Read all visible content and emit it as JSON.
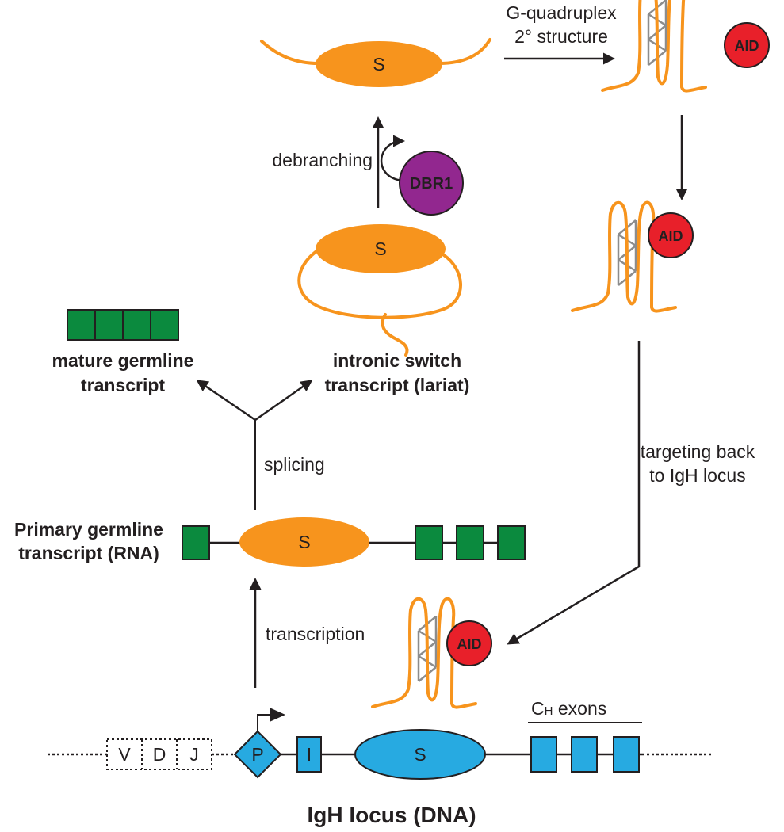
{
  "title": "IgH locus (DNA)",
  "dna": {
    "segments": [
      "V",
      "D",
      "J"
    ],
    "promoter": "P",
    "i_exon": "I",
    "switch": "S",
    "ch_label_main": "C",
    "ch_label_sub": "H",
    "ch_label_rest": " exons"
  },
  "primary_transcript": {
    "label_line1": "Primary germline",
    "label_line2": "transcript (RNA)",
    "switch": "S"
  },
  "steps": {
    "transcription": "transcription",
    "splicing": "splicing",
    "debranching": "debranching",
    "g4_line1": "G-quadruplex",
    "g4_line2": "2° structure",
    "targeting_line1": "targeting back",
    "targeting_line2": "to IgH locus"
  },
  "products": {
    "mature_line1": "mature germline",
    "mature_line2": "transcript",
    "intronic_line1": "intronic switch",
    "intronic_line2": "transcript (lariat)"
  },
  "lariat_switch": "S",
  "linear_switch": "S",
  "enzymes": {
    "dbr1": "DBR1",
    "aid": "AID"
  },
  "colors": {
    "orange": "#f7941d",
    "green": "#0b8a3e",
    "blue": "#27aae1",
    "red": "#e8202a",
    "purple": "#92278f",
    "rung_gray": "#8c8c8c"
  }
}
